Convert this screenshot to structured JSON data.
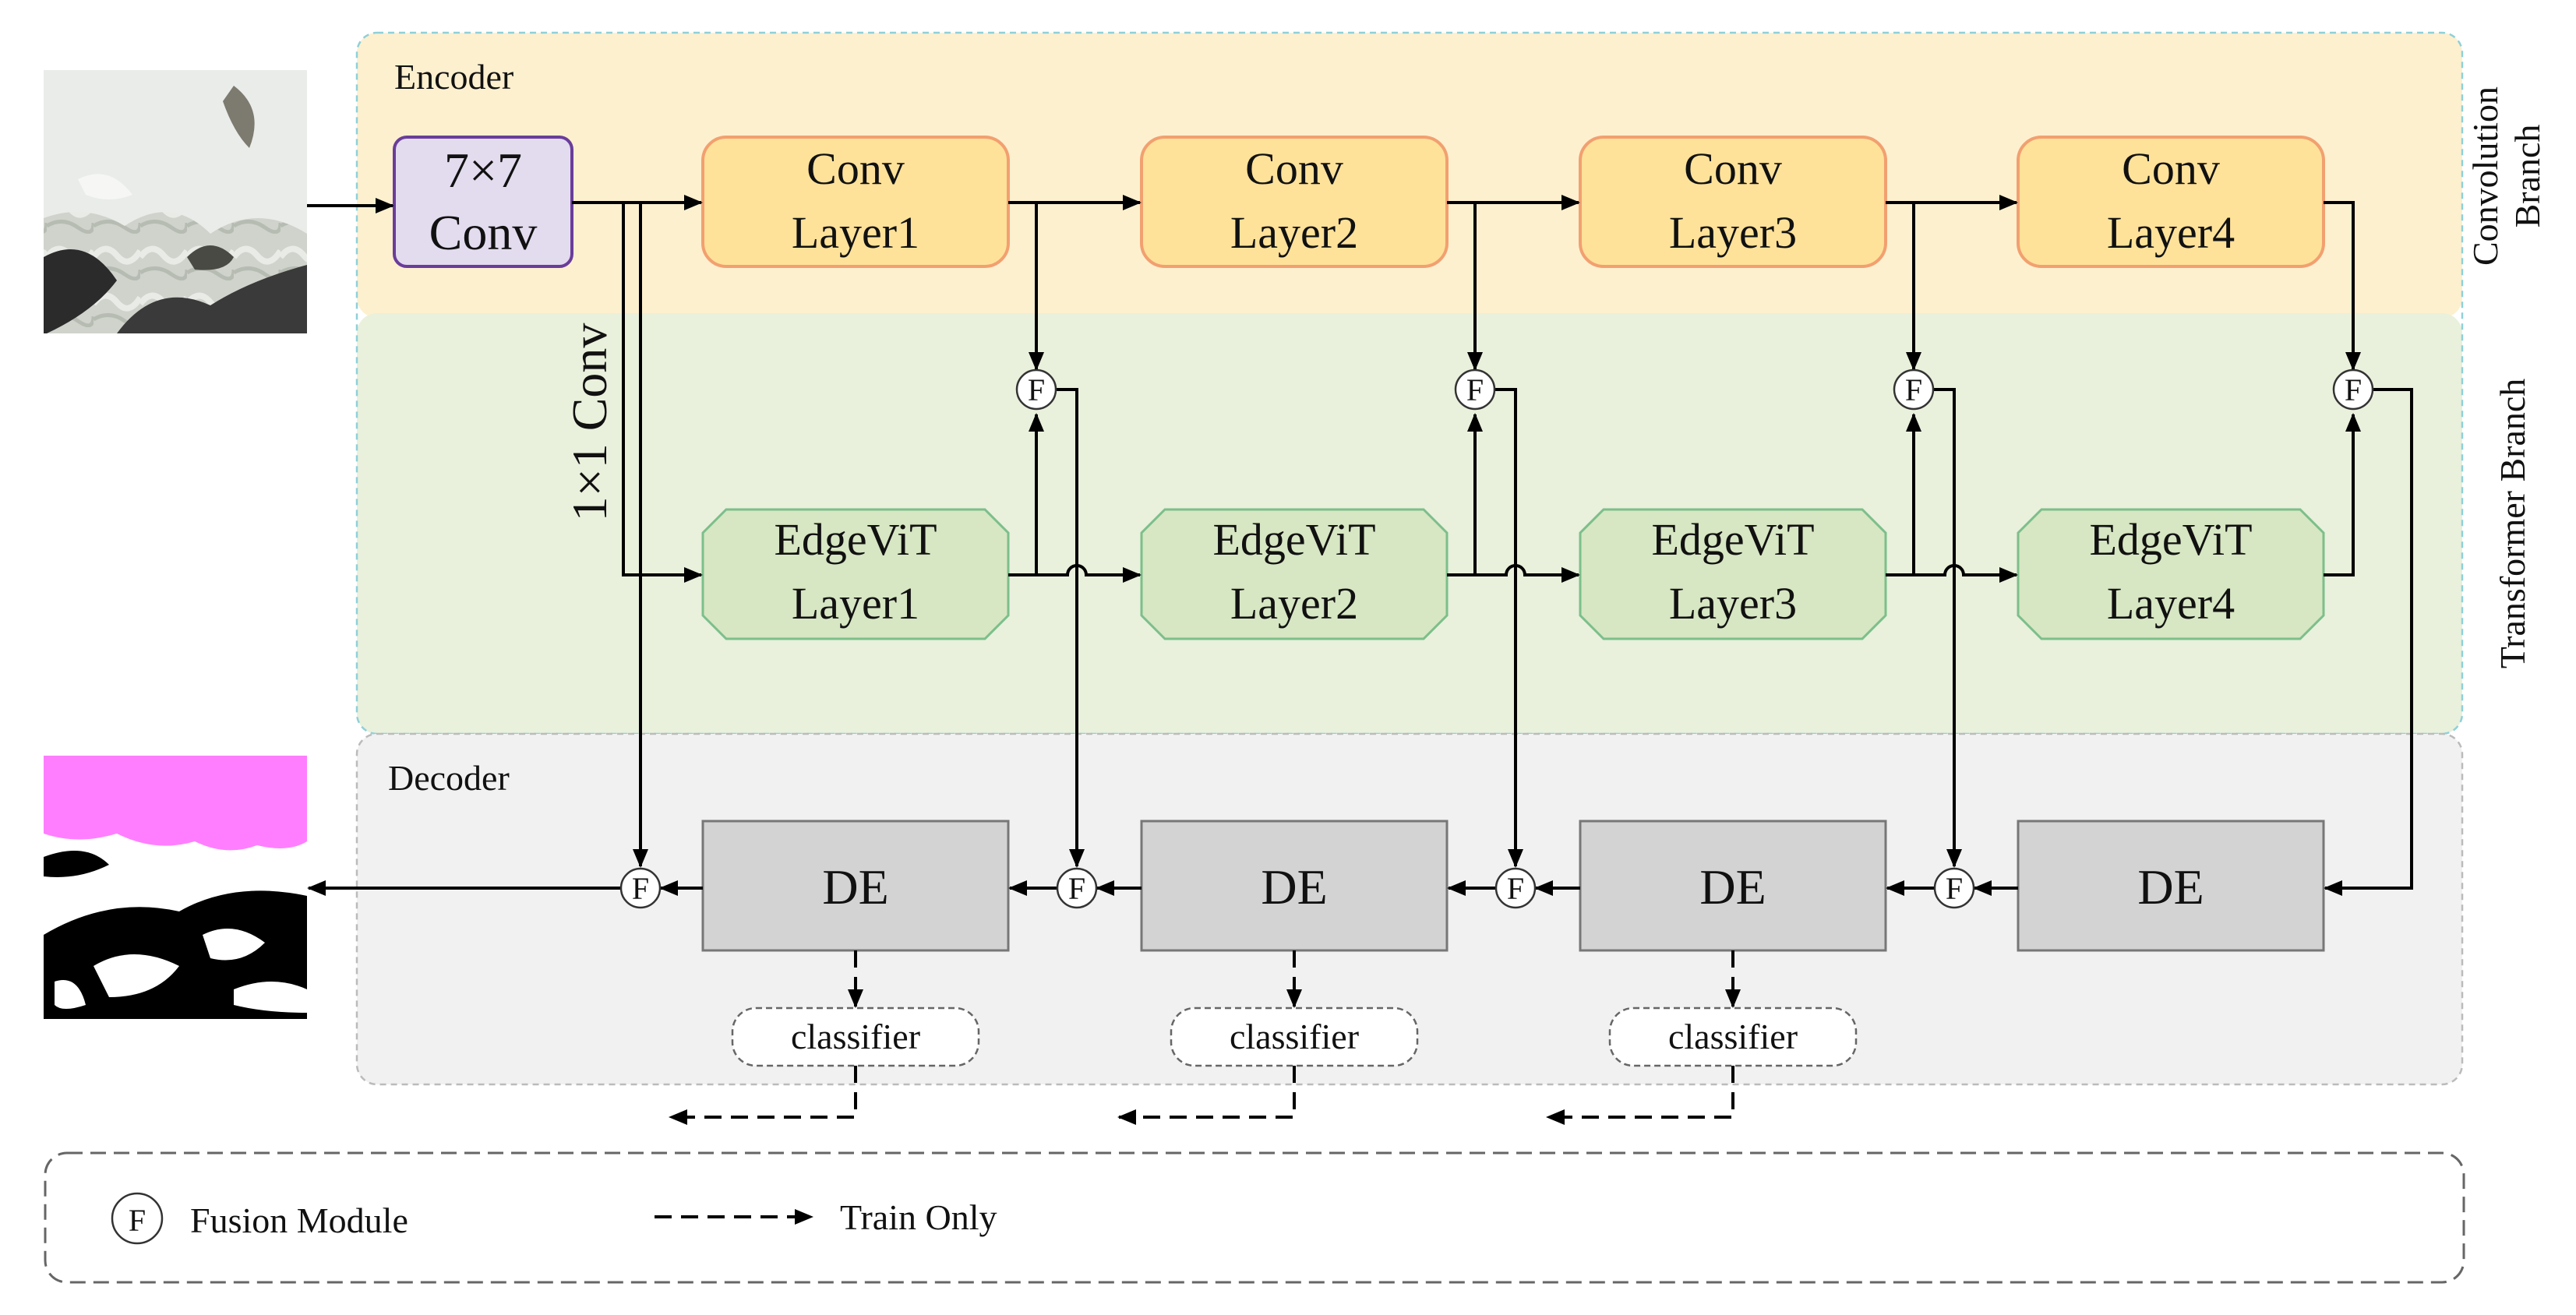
{
  "sections": {
    "encoder": "Encoder",
    "decoder": "Decoder",
    "convolution_branch": [
      "Convolution",
      "Branch"
    ],
    "transformer_branch": "Transformer Branch"
  },
  "stem": {
    "line1": "7×7",
    "line2": "Conv"
  },
  "side_conv": "1×1 Conv",
  "conv_layers": [
    {
      "line1": "Conv",
      "line2": "Layer1"
    },
    {
      "line1": "Conv",
      "line2": "Layer2"
    },
    {
      "line1": "Conv",
      "line2": "Layer3"
    },
    {
      "line1": "Conv",
      "line2": "Layer4"
    }
  ],
  "edgevit_layers": [
    {
      "line1": "EdgeViT",
      "line2": "Layer1"
    },
    {
      "line1": "EdgeViT",
      "line2": "Layer2"
    },
    {
      "line1": "EdgeViT",
      "line2": "Layer3"
    },
    {
      "line1": "EdgeViT",
      "line2": "Layer4"
    }
  ],
  "decoder_blocks": [
    "DE",
    "DE",
    "DE",
    "DE"
  ],
  "classifiers": [
    "classifier",
    "classifier",
    "classifier"
  ],
  "fusion_symbol": "F",
  "legend": {
    "fusion_symbol": "F",
    "fusion_label": "Fusion Module",
    "train_label": "Train Only"
  },
  "colors": {
    "encoder_bg": "#fdf0cf",
    "transformer_bg": "#e9f0dc",
    "decoder_bg": "#f1f1f1",
    "conv_fill": "#ffe29a",
    "conv_stroke": "#f2a070",
    "stem_fill": "#e3dbee",
    "stem_stroke": "#6a3d9a",
    "edgevit_fill": "#d7e6c3",
    "edgevit_stroke": "#7cbf8a",
    "de_fill": "#d3d3d3",
    "de_stroke": "#777777",
    "mask_magenta": "#ff7eff"
  }
}
